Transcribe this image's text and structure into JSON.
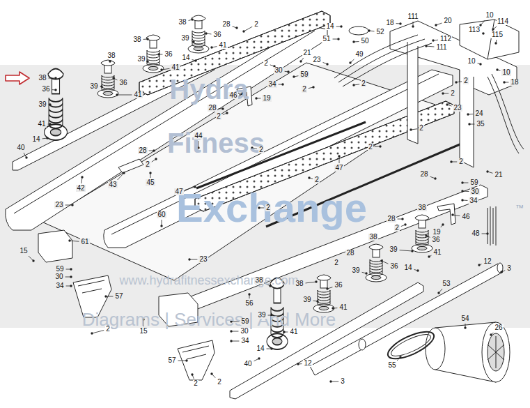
{
  "diagram": {
    "labels": [
      "38",
      "36",
      "39",
      "41",
      "14",
      "40",
      "38",
      "36",
      "39",
      "41",
      "38",
      "36",
      "39",
      "41",
      "14",
      "38",
      "36",
      "39",
      "41",
      "28",
      "2",
      "42",
      "43",
      "45",
      "44",
      "28",
      "2",
      "28",
      "2",
      "46",
      "19",
      "2",
      "2",
      "30",
      "59",
      "34",
      "21",
      "23",
      "49",
      "14",
      "51",
      "52",
      "50",
      "2",
      "2",
      "18",
      "111",
      "20",
      "112",
      "111",
      "10",
      "114",
      "113",
      "115",
      "10",
      "10",
      "18",
      "2",
      "2",
      "23",
      "24",
      "35",
      "2",
      "2",
      "2",
      "28",
      "59",
      "30",
      "34",
      "21",
      "47",
      "47",
      "2",
      "2",
      "23",
      "60",
      "61",
      "15",
      "59",
      "30",
      "34",
      "57",
      "2",
      "23",
      "56",
      "15",
      "59",
      "30",
      "34",
      "57",
      "2",
      "2",
      "38",
      "36",
      "28",
      "2",
      "46",
      "19",
      "48",
      "39",
      "41",
      "14",
      "38",
      "36",
      "28",
      "2",
      "39",
      "38",
      "36",
      "39",
      "41",
      "38",
      "39",
      "41",
      "14",
      "40",
      "12",
      "3",
      "53",
      "12",
      "3",
      "54",
      "55",
      "26",
      "Hydra",
      "Fitness",
      "Exchange",
      "™",
      "www.hydrafitnessexchange.com",
      "Diagrams | Services | And More"
    ]
  }
}
